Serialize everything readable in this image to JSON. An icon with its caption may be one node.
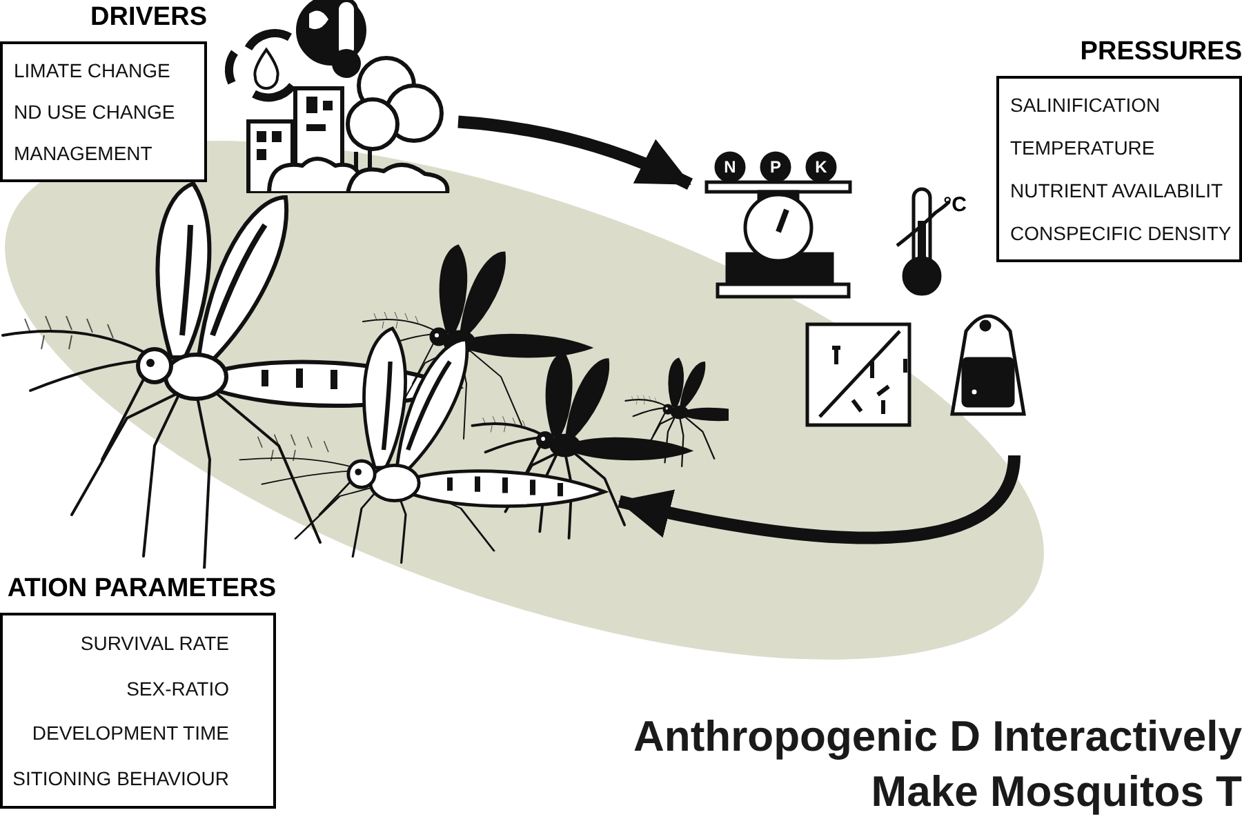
{
  "diagram": {
    "title": "Anthropogenic D Interactively Make Mosquitos T",
    "nodes": [
      {
        "text": [
          "DRIVERS",
          "LIMATE CHANGE",
          "ND USE CHANGE",
          "MANAGEMENT"
        ]
      },
      {
        "text": [],
        "shape": "picture"
      },
      {
        "text": [],
        "shape": "picture"
      },
      {
        "text": [
          "PRESSURES",
          "SALINIFICATION",
          "TEMPERATURE",
          "NUTRIENT AVAILABILIT",
          "CONSPECIFIC DENSITY"
        ]
      },
      {
        "text": [],
        "shape": "picture"
      },
      {
        "text": [
          "ATION PARAMETERS",
          "SURVIVAL RATE",
          "SEX-RATIO",
          "DEVELOPMENT TIME",
          "SITIONING BEHAVIOUR"
        ]
      }
    ],
    "edges": [
      {
        "from": 1,
        "to": 2,
        "arrow": "to"
      },
      {
        "from": 2,
        "to": 4,
        "arrow": "to"
      }
    ],
    "labels": [
      "N",
      "P",
      "K",
      "°C"
    ]
  }
}
